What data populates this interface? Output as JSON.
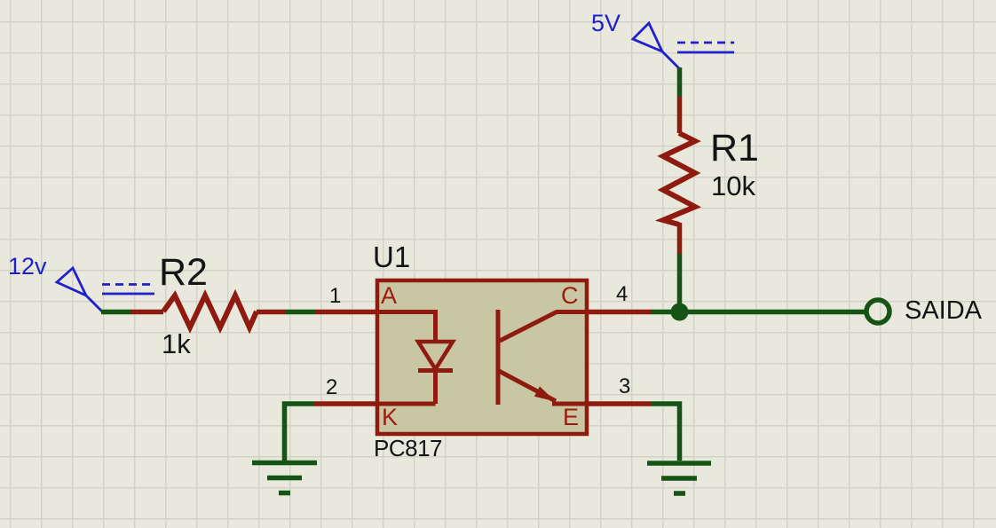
{
  "schematic": {
    "components": {
      "optocoupler": {
        "ref": "U1",
        "part": "PC817",
        "pin_labels": {
          "anode": "A",
          "cathode": "K",
          "collector": "C",
          "emitter": "E"
        },
        "pin_numbers": {
          "anode": "1",
          "cathode": "2",
          "emitter": "3",
          "collector": "4"
        }
      },
      "resistor_r1": {
        "ref": "R1",
        "value": "10k"
      },
      "resistor_r2": {
        "ref": "R2",
        "value": "1k"
      },
      "power_terminal_top": {
        "label": "5V"
      },
      "power_terminal_left": {
        "label": "12v"
      },
      "output_terminal": {
        "label": "SAIDA"
      }
    },
    "colors": {
      "background": "#e8e8dc",
      "grid_line": "#d2d2c6",
      "wire_green": "#155415",
      "component_red": "#8e1a10",
      "chip_fill": "#c9c6a4",
      "power_blue": "#2020cc",
      "text_black": "#141414",
      "pin_label_red": "#9c1c10"
    }
  }
}
